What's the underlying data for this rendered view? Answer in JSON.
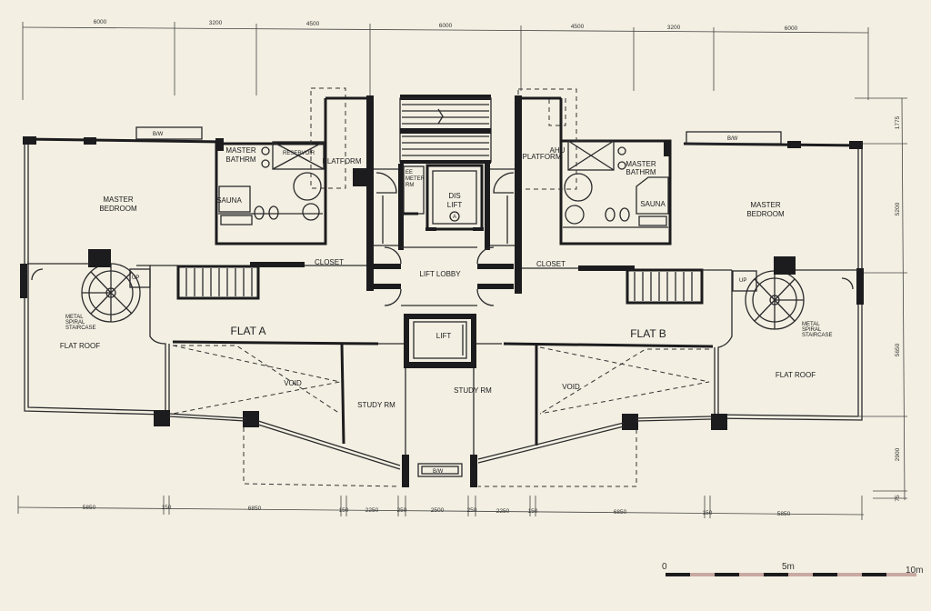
{
  "rooms": {
    "master_bedroom_a": [
      "MASTER",
      "BEDROOM"
    ],
    "master_bathrm_a": [
      "MASTER",
      "BATHRM"
    ],
    "sauna_a": "SAUNA",
    "platform_a": "PLATFORM",
    "closet_a": "CLOSET",
    "flat_a": "FLAT A",
    "flat_roof_a": "FLAT ROOF",
    "void_a": "VOID",
    "study_rm_a": "STUDY RM",
    "study_rm_mid": "STUDY RM",
    "spiral_a": [
      "METAL",
      "SPIRAL",
      "STAIRCASE"
    ],
    "lift_lobby": "LIFT LOBBY",
    "dis_lift": [
      "DIS",
      "LIFT"
    ],
    "dis_lift_letter": "A",
    "meter_rm": [
      "EE",
      "METER",
      "RM"
    ],
    "lift": "LIFT",
    "bw_bottom": "B/W",
    "master_bedroom_b": [
      "MASTER",
      "BEDROOM"
    ],
    "master_bathrm_b": [
      "MASTER",
      "BATHRM"
    ],
    "sauna_b": "SAUNA",
    "platform_b": "PLATFORM",
    "ahu_b": "AHU",
    "closet_b": "CLOSET",
    "flat_b": "FLAT B",
    "flat_roof_b": "FLAT ROOF",
    "void_b": "VOID",
    "spiral_b": [
      "METAL",
      "SPIRAL",
      "STAIRCASE"
    ],
    "bw_top_a": "B/W",
    "bw_top_b": "B/W",
    "up_a": "UP",
    "up_b": "UP",
    "reservoir": "RESERVOIR"
  },
  "dims_top": [
    "6000",
    "3200",
    "4500",
    "6000",
    "4500",
    "3200",
    "6000"
  ],
  "dims_bottom": [
    "5850",
    "150",
    "6850",
    "150",
    "2250",
    "250",
    "2500",
    "250",
    "2250",
    "150",
    "6850",
    "150",
    "5850"
  ],
  "dims_right": [
    "1775",
    "5200",
    "5650",
    "2900",
    "75"
  ],
  "scale": {
    "zero": "0",
    "mid": "5m",
    "end": "10m"
  }
}
